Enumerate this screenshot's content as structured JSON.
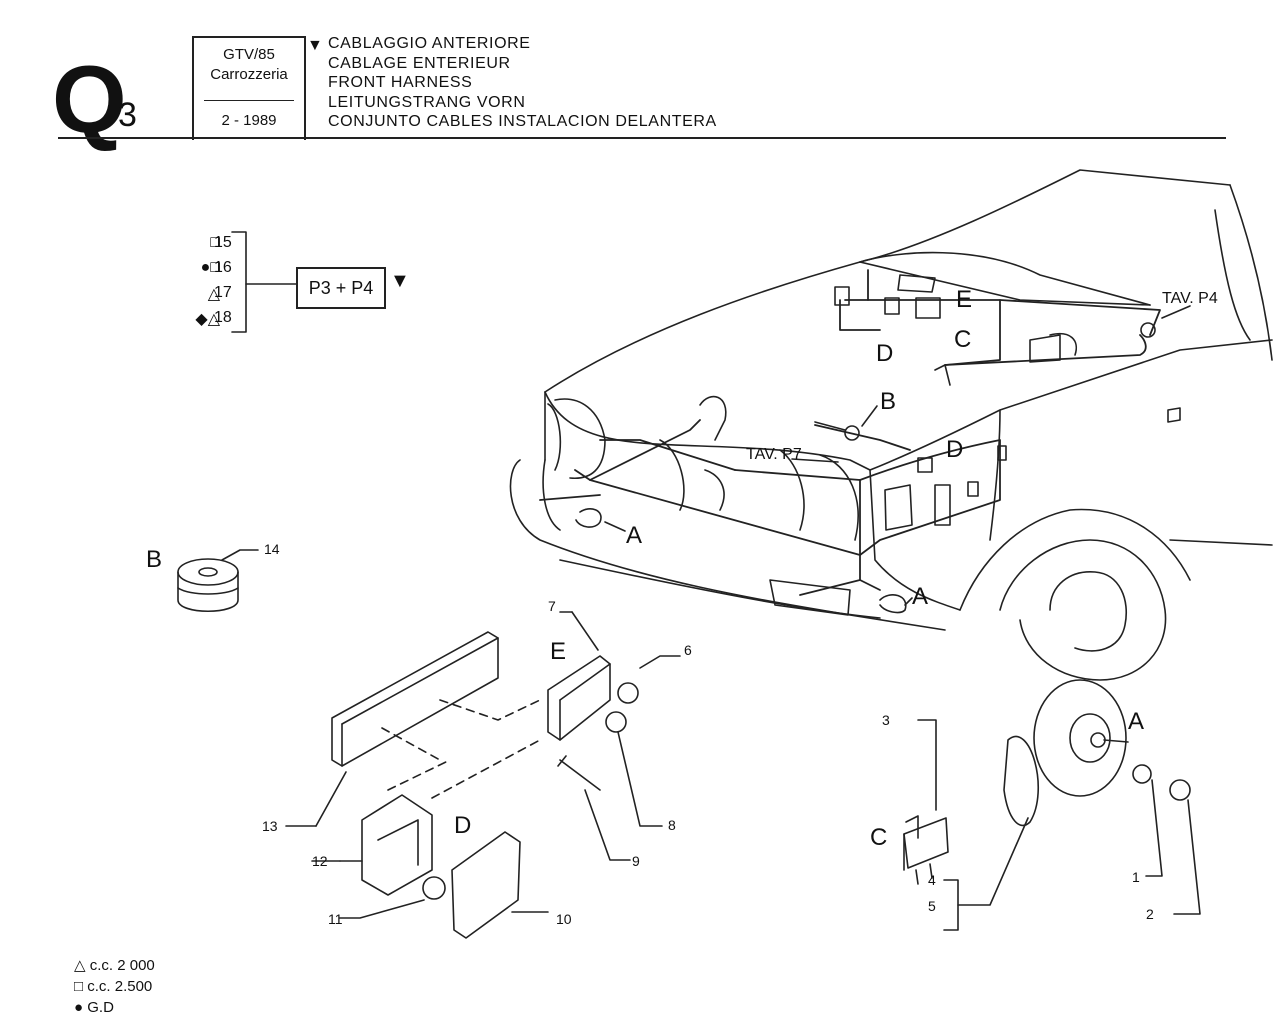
{
  "header": {
    "section_letter": "Q",
    "section_number": "3",
    "model": "GTV/85",
    "category": "Carrozzeria",
    "date": "2 - 1989",
    "titles": [
      "CABLAGGIO ANTERIORE",
      "CABLAGE ENTERIEUR",
      "FRONT HARNESS",
      "LEITUNGSTRANG VORN",
      "CONJUNTO CABLES INSTALACION DELANTERA"
    ],
    "title_marker": "▼"
  },
  "variants": [
    {
      "symbols": "□",
      "num": "15"
    },
    {
      "symbols": "●□",
      "num": "16"
    },
    {
      "symbols": "△",
      "num": "17"
    },
    {
      "symbols": "◆△",
      "num": "18"
    }
  ],
  "reference_box": "P3 + P4",
  "reference_marker": "▼",
  "car_labels": {
    "tav_p4": "TAV. P4",
    "tav_p7": "TAV. P7",
    "e": "E",
    "c": "C",
    "d_top": "D",
    "b": "B",
    "d_right": "D",
    "a_left": "A",
    "a_right": "A"
  },
  "callouts": {
    "b_label": "B",
    "n14": "14",
    "n7": "7",
    "n6": "6",
    "e": "E",
    "n13": "13",
    "n8": "8",
    "d": "D",
    "n9": "9",
    "n12": "12",
    "n11": "11",
    "n10": "10",
    "n3": "3",
    "c": "C",
    "a": "A",
    "n1": "1",
    "n2": "2",
    "n4": "4",
    "n5": "5"
  },
  "legend": [
    {
      "symbol": "△",
      "text": "c.c. 2 000"
    },
    {
      "symbol": "□",
      "text": "c.c. 2.500"
    },
    {
      "symbol": "●",
      "text": "G.D"
    }
  ]
}
